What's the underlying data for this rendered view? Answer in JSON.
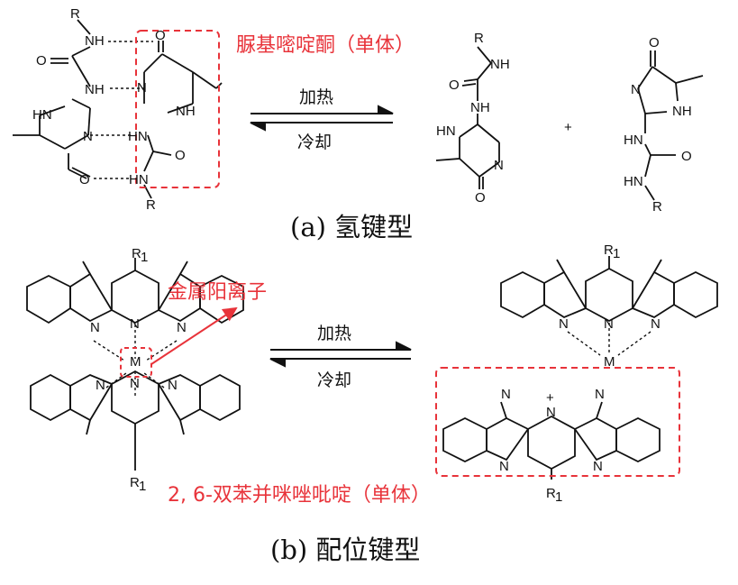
{
  "panel_a": {
    "caption": "(a) 氢键型",
    "monomer_label": "脲基嘧啶酮（单体）",
    "arrow_forward": "加热",
    "arrow_backward": "冷却",
    "plus": "+",
    "atoms": {
      "R": "R",
      "NH": "NH",
      "HN": "HN",
      "N": "N",
      "O": "O",
      "HN_right": "HN",
      "NH_dots": "NH"
    }
  },
  "panel_b": {
    "caption": "(b) 配位键型",
    "metal_label": "金属阳离子",
    "monomer_label": "2, 6-双苯并咪唑吡啶（单体）",
    "arrow_forward": "加热",
    "arrow_backward": "冷却",
    "plus": "+",
    "atoms": {
      "M": "M",
      "R1": "R",
      "R1_sub": "1",
      "N": "N"
    }
  },
  "colors": {
    "accent_red": "#e8333a",
    "ink": "#111111"
  }
}
